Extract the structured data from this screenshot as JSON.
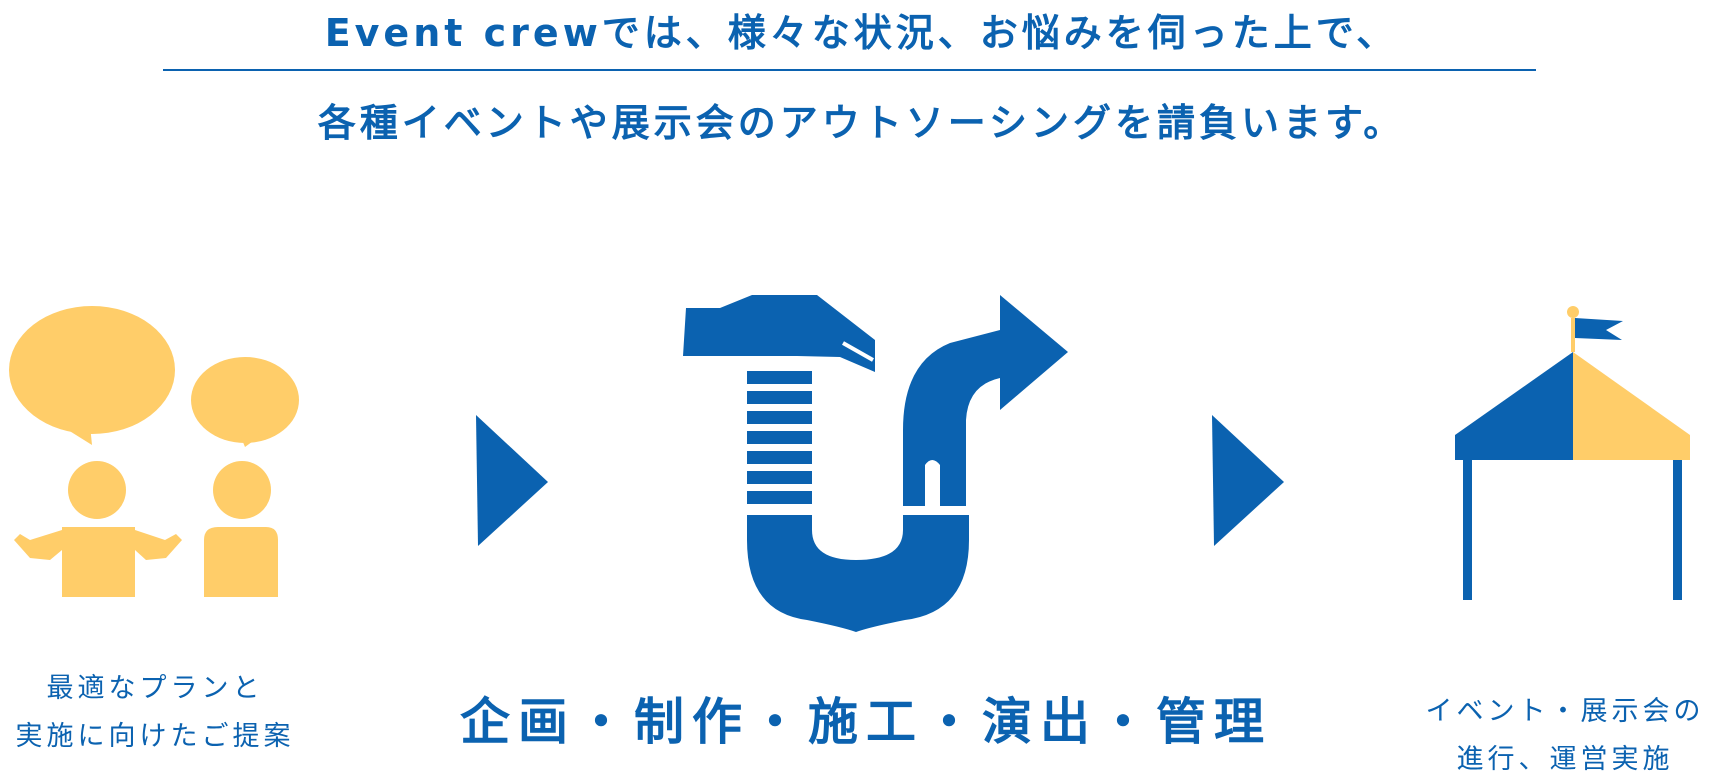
{
  "headline": {
    "line1": "Event crewでは、様々な状況、お悩みを伺った上で、",
    "line2": "各種イベントや展示会のアウトソーシングを請負います。"
  },
  "steps": [
    {
      "icon": "consultation-people-icon",
      "caption_line1": "最適なプランと",
      "caption_line2": "実施に向けたご提案"
    },
    {
      "icon": "hammer-wrench-pipe-icon",
      "caption_line1": "企画・制作・施工・演出・管理"
    },
    {
      "icon": "event-tent-icon",
      "caption_line1": "イベント・展示会の",
      "caption_line2": "進行、運営実施"
    }
  ],
  "colors": {
    "primary_blue": "#0b62b0",
    "accent_yellow": "#ffcd69"
  }
}
